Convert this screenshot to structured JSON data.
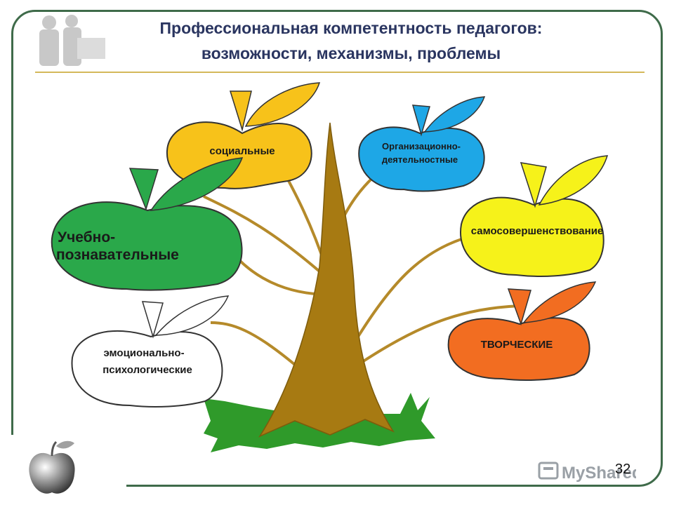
{
  "slide": {
    "title_line1": "Профессиональная компетентность педагогов:",
    "title_line2": "возможности, механизмы, проблемы",
    "page_number": "32"
  },
  "diagram": {
    "apples": {
      "social": {
        "label": "социальные",
        "color": "#f7c21a"
      },
      "organizational": {
        "label_line1": "Организационно-",
        "label_line2": "деятельностные",
        "color": "#1ea7e6"
      },
      "educational": {
        "label_line1": "Учебно-",
        "label_line2": "познавательные",
        "color": "#2aa84a"
      },
      "selfimprovement": {
        "label": "самосовершенствование",
        "color": "#f6f21a"
      },
      "emotional": {
        "label_line1": "эмоционально-",
        "label_line2": "психологические",
        "color": "#ffffff"
      },
      "creative": {
        "label": "ТВОРЧЕСКИЕ",
        "color": "#f26d21"
      }
    },
    "trunk_color": "#a77a12",
    "grass_color": "#2f9a2a"
  },
  "watermark": {
    "text": "MyShared"
  },
  "icons": [
    "people-silhouette-icon",
    "silver-apple-icon",
    "myshared-logo-icon"
  ]
}
